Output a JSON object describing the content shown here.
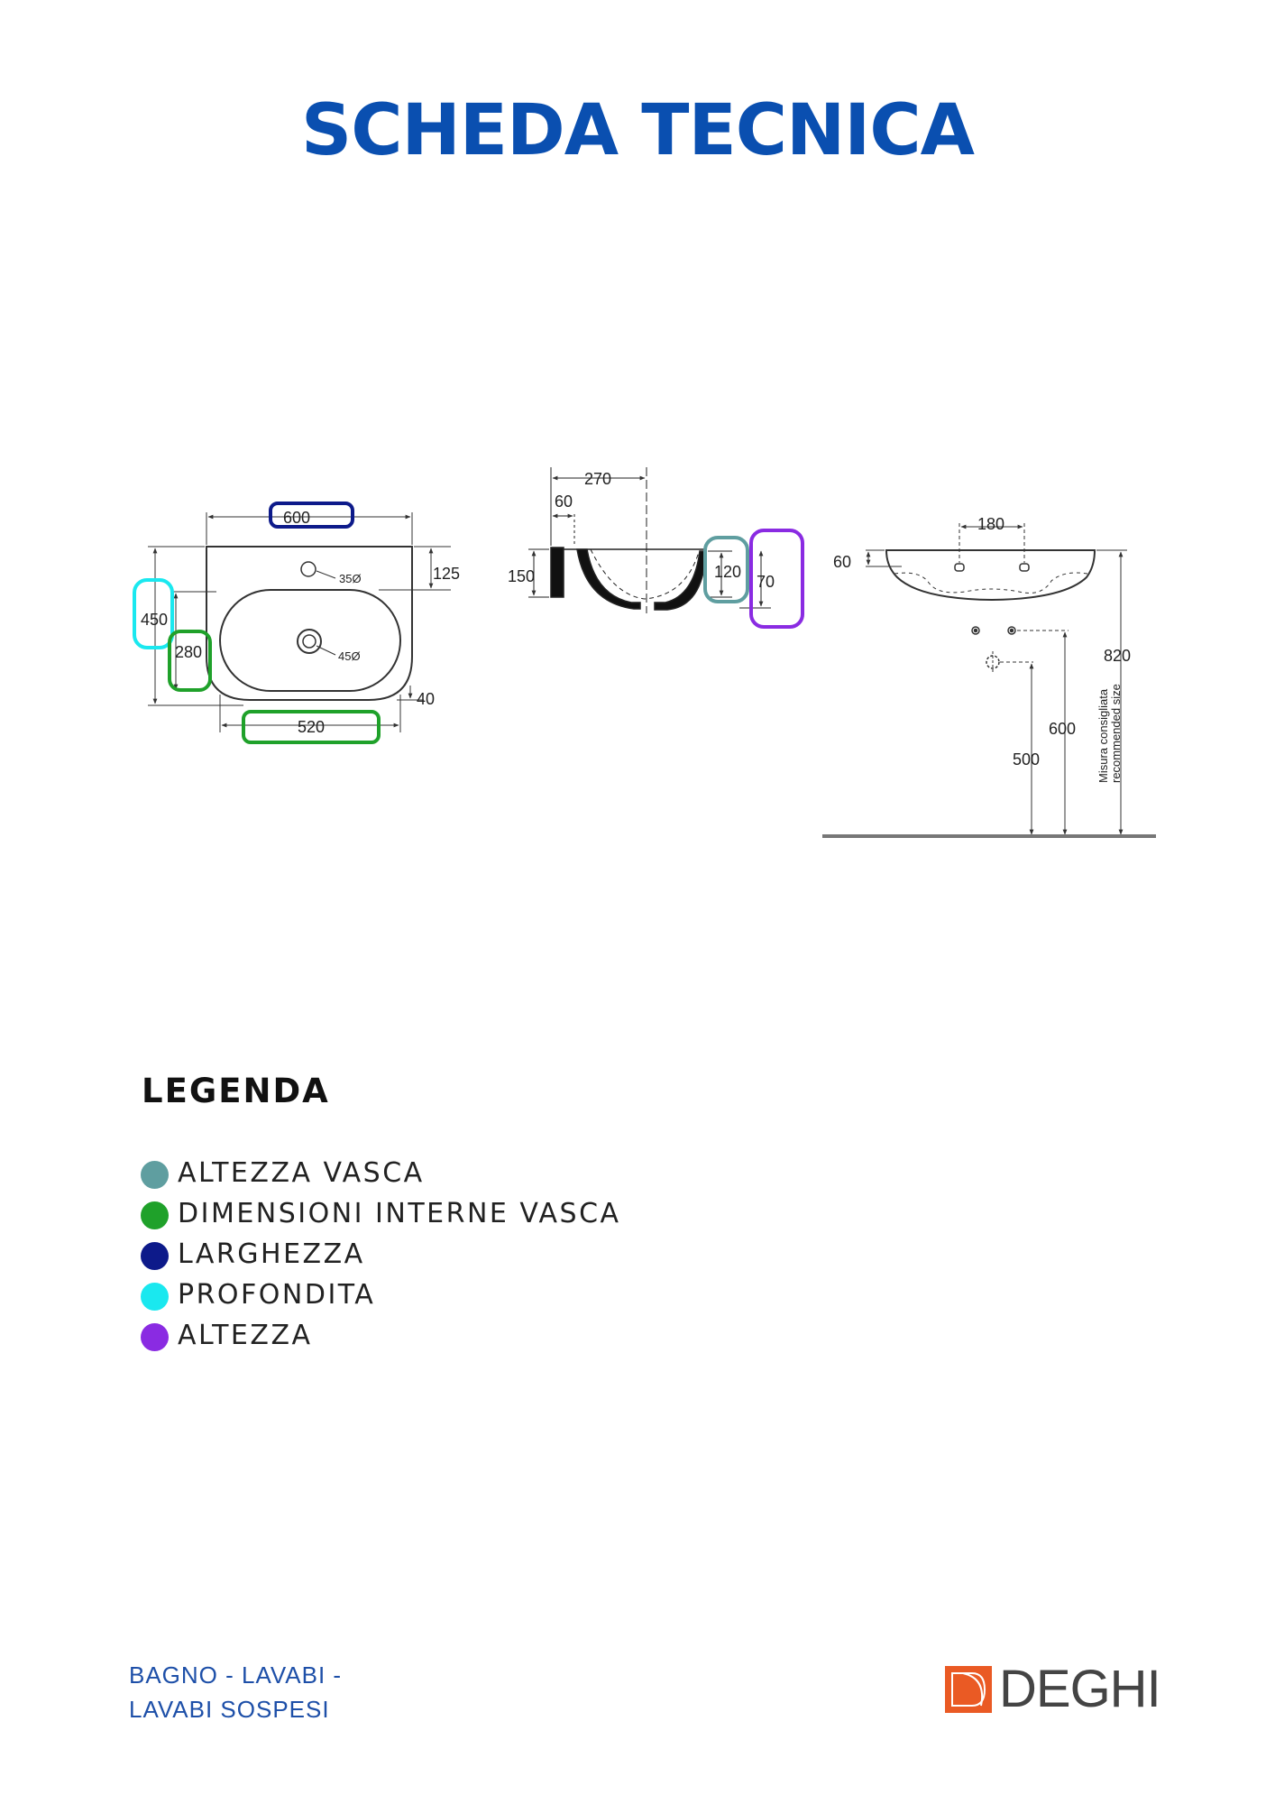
{
  "header": {
    "title": "SCHEDA TECNICA"
  },
  "drawing": {
    "front_view": {
      "width": "600",
      "top_offset": "125",
      "depth": "450",
      "inner_depth": "280",
      "inner_width": "520",
      "bottom_offset": "40",
      "tap_hole": "35Ø",
      "drain_hole": "45Ø"
    },
    "side_view": {
      "total_depth": "270",
      "rim": "60",
      "height": "150",
      "basin_height": "120",
      "overall_height": "70"
    },
    "installation_view": {
      "top_spacing": "180",
      "rim_height": "60",
      "total_height": "820",
      "mid_height": "600",
      "drain_height": "500",
      "recommended_it": "Misura consigliata",
      "recommended_en": "recommended size"
    }
  },
  "colors": {
    "altezza_vasca": "#5f9ea0",
    "interne": "#1fa12a",
    "larghezza": "#0d1a8a",
    "profondita": "#1ae8ef",
    "altezza": "#8a2be2"
  },
  "legend": {
    "title": "LEGENDA",
    "items": [
      {
        "label": "ALTEZZA VASCA",
        "color": "#5f9ea0"
      },
      {
        "label": "DIMENSIONI INTERNE VASCA",
        "color": "#1fa12a"
      },
      {
        "label": "LARGHEZZA",
        "color": "#0d1a8a"
      },
      {
        "label": "PROFONDITA",
        "color": "#1ae8ef"
      },
      {
        "label": "ALTEZZA",
        "color": "#8a2be2"
      }
    ]
  },
  "footer": {
    "category_line1": "BAGNO - LAVABI -",
    "category_line2": "LAVABI SOSPESI",
    "brand": "DEGHI"
  }
}
